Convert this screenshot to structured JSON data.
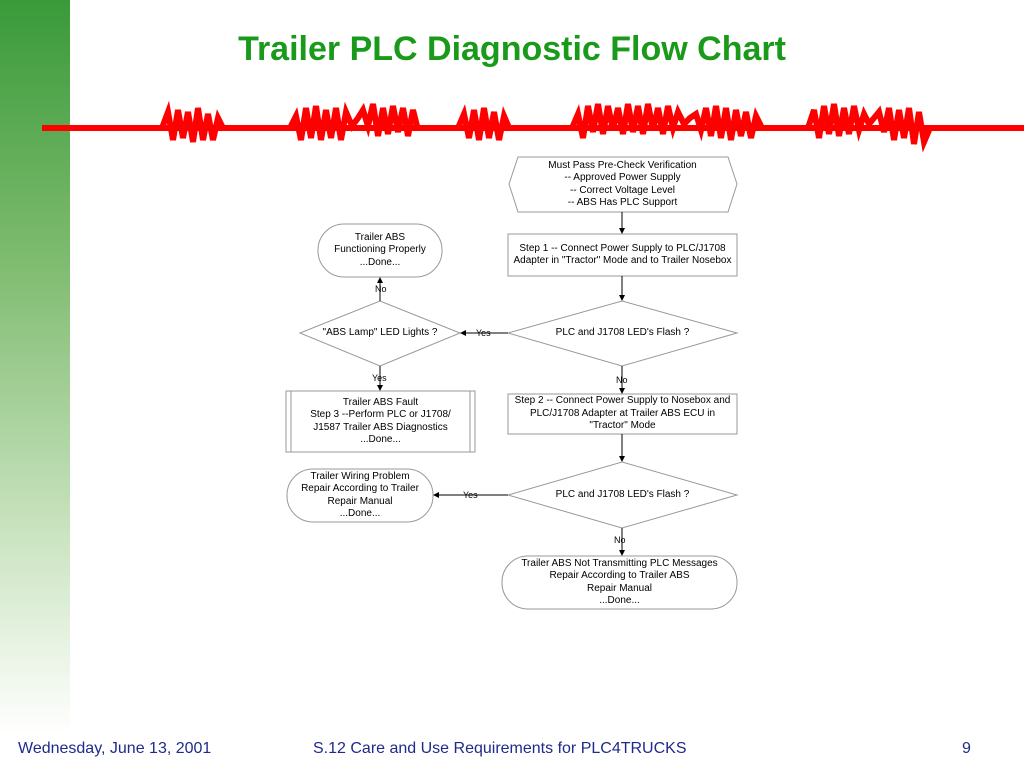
{
  "slide": {
    "title": "Trailer PLC Diagnostic Flow Chart",
    "accent_color": "#1a9a1a",
    "line_color": "#ff0000",
    "footer": {
      "date": "Wednesday, June 13, 2001",
      "caption": "S.12 Care and Use Requirements for PLC4TRUCKS",
      "page_number": "9"
    }
  },
  "flowchart": {
    "nodes": [
      {
        "id": "precheck",
        "shape": "hexagon",
        "text": "Must Pass Pre-Check Verification\n-- Approved Power Supply\n-- Correct Voltage Level\n-- ABS Has PLC Support"
      },
      {
        "id": "step1",
        "shape": "rectangle",
        "text": "Step 1 -- Connect Power Supply to PLC/J1708 Adapter in \"Tractor\" Mode and to Trailer Nosebox"
      },
      {
        "id": "abs-ok",
        "shape": "terminator",
        "text": "Trailer ABS\nFunctioning Properly\n...Done..."
      },
      {
        "id": "decision1",
        "shape": "diamond",
        "text": "PLC and J1708 LED's Flash ?"
      },
      {
        "id": "abs-lamp",
        "shape": "diamond",
        "text": "\"ABS Lamp\" LED Lights ?"
      },
      {
        "id": "abs-fault",
        "shape": "process",
        "text": "Trailer ABS Fault\nStep 3 --Perform PLC or J1708/\nJ1587 Trailer ABS Diagnostics\n...Done..."
      },
      {
        "id": "step2",
        "shape": "rectangle",
        "text": "Step 2 -- Connect Power Supply to Nosebox and PLC/J1708 Adapter at Trailer ABS ECU in \"Tractor\" Mode"
      },
      {
        "id": "wiring",
        "shape": "terminator",
        "text": "Trailer Wiring Problem\nRepair According to Trailer\nRepair Manual\n...Done..."
      },
      {
        "id": "decision2",
        "shape": "diamond",
        "text": "PLC and J1708 LED's Flash ?"
      },
      {
        "id": "not-transmitting",
        "shape": "terminator",
        "text": "Trailer ABS Not Transmitting PLC Messages\nRepair According to Trailer ABS\nRepair Manual\n...Done..."
      }
    ],
    "edges": [
      {
        "from": "precheck",
        "to": "step1",
        "label": ""
      },
      {
        "from": "step1",
        "to": "decision1",
        "label": ""
      },
      {
        "from": "decision1",
        "to": "abs-lamp",
        "label": "Yes"
      },
      {
        "from": "abs-lamp",
        "to": "abs-ok",
        "label": "No"
      },
      {
        "from": "abs-lamp",
        "to": "abs-fault",
        "label": "Yes"
      },
      {
        "from": "decision1",
        "to": "step2",
        "label": "No"
      },
      {
        "from": "step2",
        "to": "decision2",
        "label": ""
      },
      {
        "from": "decision2",
        "to": "wiring",
        "label": "Yes"
      },
      {
        "from": "decision2",
        "to": "not-transmitting",
        "label": "No"
      }
    ]
  }
}
